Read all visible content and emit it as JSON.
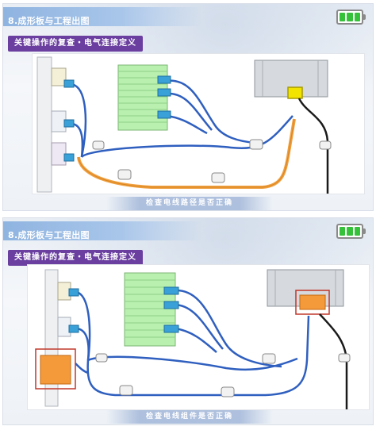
{
  "slides": [
    {
      "section_title": "8.成形板与工程出图",
      "subtitle": "关键操作的复查・电气连接定义",
      "caption": "检查电线路径是否正确",
      "battery_color": "#35c13a",
      "subtitle_color": "#6a3fa0",
      "wire_colors": {
        "main_harness": "#2f5fbf",
        "highlight_harness": "#f0a040",
        "ground_wire": "#1a1a1a"
      },
      "highlight_color": "#f3e400"
    },
    {
      "section_title": "8.成形板与工程出图",
      "subtitle": "关键操作的复查・电气连接定义",
      "caption": "检查电线组件是否正确",
      "battery_color": "#35c13a",
      "subtitle_color": "#6a3fa0",
      "wire_colors": {
        "main_harness": "#2f5fbf",
        "ground_wire": "#1a1a1a"
      },
      "highlight_color": "#f59a3b",
      "highlight_box_color": "#c0392b"
    }
  ]
}
